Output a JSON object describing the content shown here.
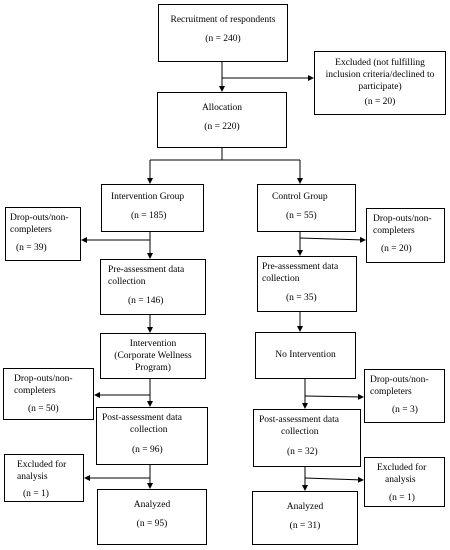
{
  "recruitment": {
    "title": "Recruitment of respondents",
    "n": "(n = 240)"
  },
  "excluded_top": {
    "line1": "Excluded (not fulfilling",
    "line2": "inclusion criteria/declined to",
    "line3": "participate)",
    "n": "(n = 20)"
  },
  "allocation": {
    "title": "Allocation",
    "n": "(n = 220)"
  },
  "intervention_group": {
    "title": "Intervention Group",
    "n": "(n = 185)"
  },
  "control_group": {
    "title": "Control Group",
    "n": "(n = 55)"
  },
  "dropouts_int_1": {
    "line1": "Drop-outs/non-",
    "line2": "completers",
    "n": "(n = 39)"
  },
  "dropouts_ctrl_1": {
    "line1": "Drop-outs/non-",
    "line2": "completers",
    "n": "(n = 20)"
  },
  "pre_int": {
    "line1": "Pre-assessment data",
    "line2": "collection",
    "n": "(n = 146)"
  },
  "pre_ctrl": {
    "line1": "Pre-assessment data",
    "line2": "collection",
    "n": "(n = 35)"
  },
  "intervention": {
    "line1": "Intervention",
    "line2": "(Corporate Wellness",
    "line3": "Program)"
  },
  "no_intervention": {
    "title": "No Intervention"
  },
  "dropouts_int_2": {
    "line1": "Drop-outs/non-",
    "line2": "completers",
    "n": "(n = 50)"
  },
  "dropouts_ctrl_2": {
    "line1": "Drop-outs/non-",
    "line2": "completers",
    "n": "(n = 3)"
  },
  "post_int": {
    "line1": "Post-assessment data",
    "line2": "collection",
    "n": "(n = 96)"
  },
  "post_ctrl": {
    "line1": "Post-assessment data",
    "line2": "collection",
    "n": "(n = 32)"
  },
  "excluded_int": {
    "line1": "Excluded for",
    "line2": "analysis",
    "n": "(n = 1)"
  },
  "excluded_ctrl": {
    "line1": "Excluded for",
    "line2": "analysis",
    "n": "(n = 1)"
  },
  "analyzed_int": {
    "title": "Analyzed",
    "n": "(n = 95)"
  },
  "analyzed_ctrl": {
    "title": "Analyzed",
    "n": "(n = 31)"
  }
}
